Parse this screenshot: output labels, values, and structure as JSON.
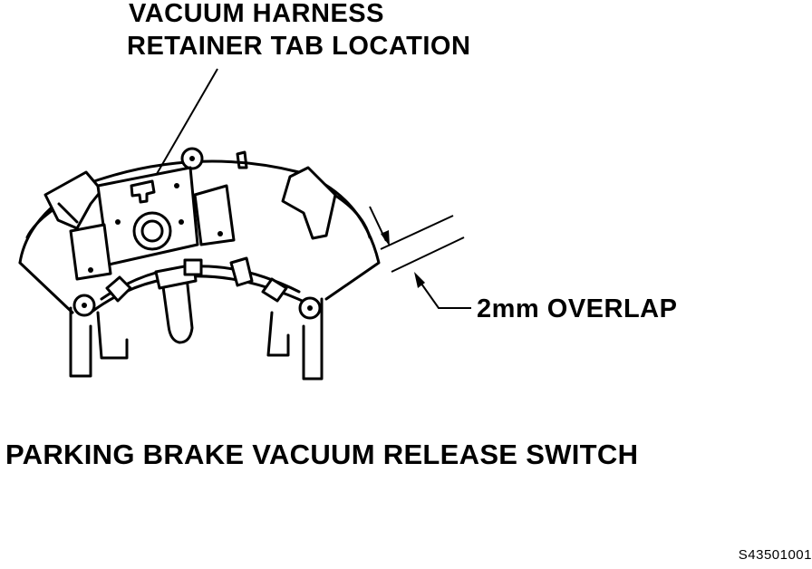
{
  "labels": {
    "retainer_line1": "VACUUM HARNESS",
    "retainer_line2": "RETAINER TAB LOCATION",
    "overlap": "2mm OVERLAP"
  },
  "caption": "PARKING BRAKE VACUUM RELEASE SWITCH",
  "figure_id": "S43501001"
}
